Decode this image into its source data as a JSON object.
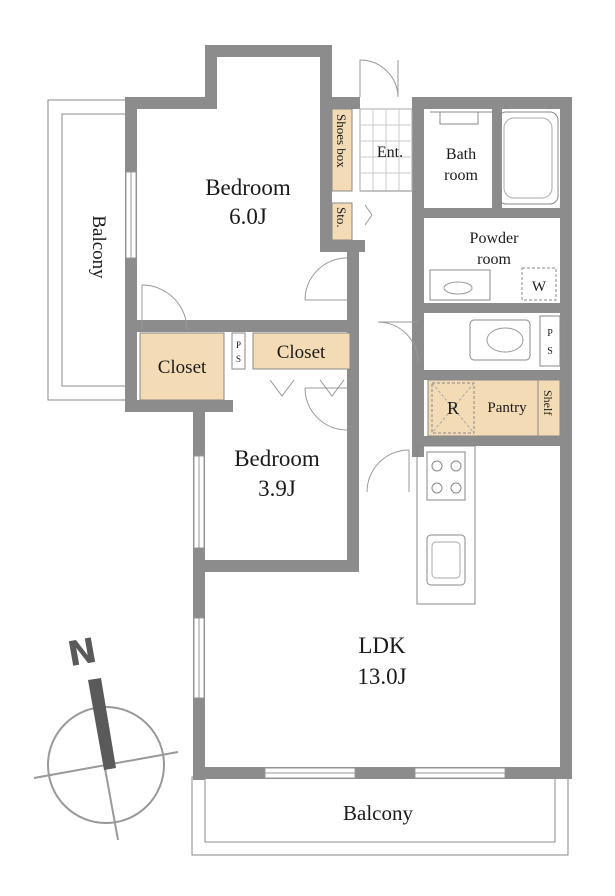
{
  "rooms": {
    "bedroom1_name": "Bedroom",
    "bedroom1_size": "6.0J",
    "bedroom2_name": "Bedroom",
    "bedroom2_size": "3.9J",
    "ldk_name": "LDK",
    "ldk_size": "13.0J",
    "closet1": "Closet",
    "closet2": "Closet",
    "shoes_box": "Shoes box",
    "entrance": "Ent.",
    "storage": "Sto.",
    "bath_line1": "Bath",
    "bath_line2": "room",
    "powder_line1": "Powder",
    "powder_line2": "room",
    "washer_mark": "W",
    "ps1_line1": "P",
    "ps1_line2": "S",
    "ps2_line1": "P",
    "ps2_line2": "S",
    "refrigerator_mark": "R",
    "pantry": "Pantry",
    "shelf": "Shelf",
    "balcony_left": "Balcony",
    "balcony_bottom": "Balcony"
  },
  "compass": {
    "north_label": "N"
  },
  "colors": {
    "wall": "#8c8c8c",
    "storage_fill": "#f3dcb5",
    "background": "#ffffff"
  }
}
